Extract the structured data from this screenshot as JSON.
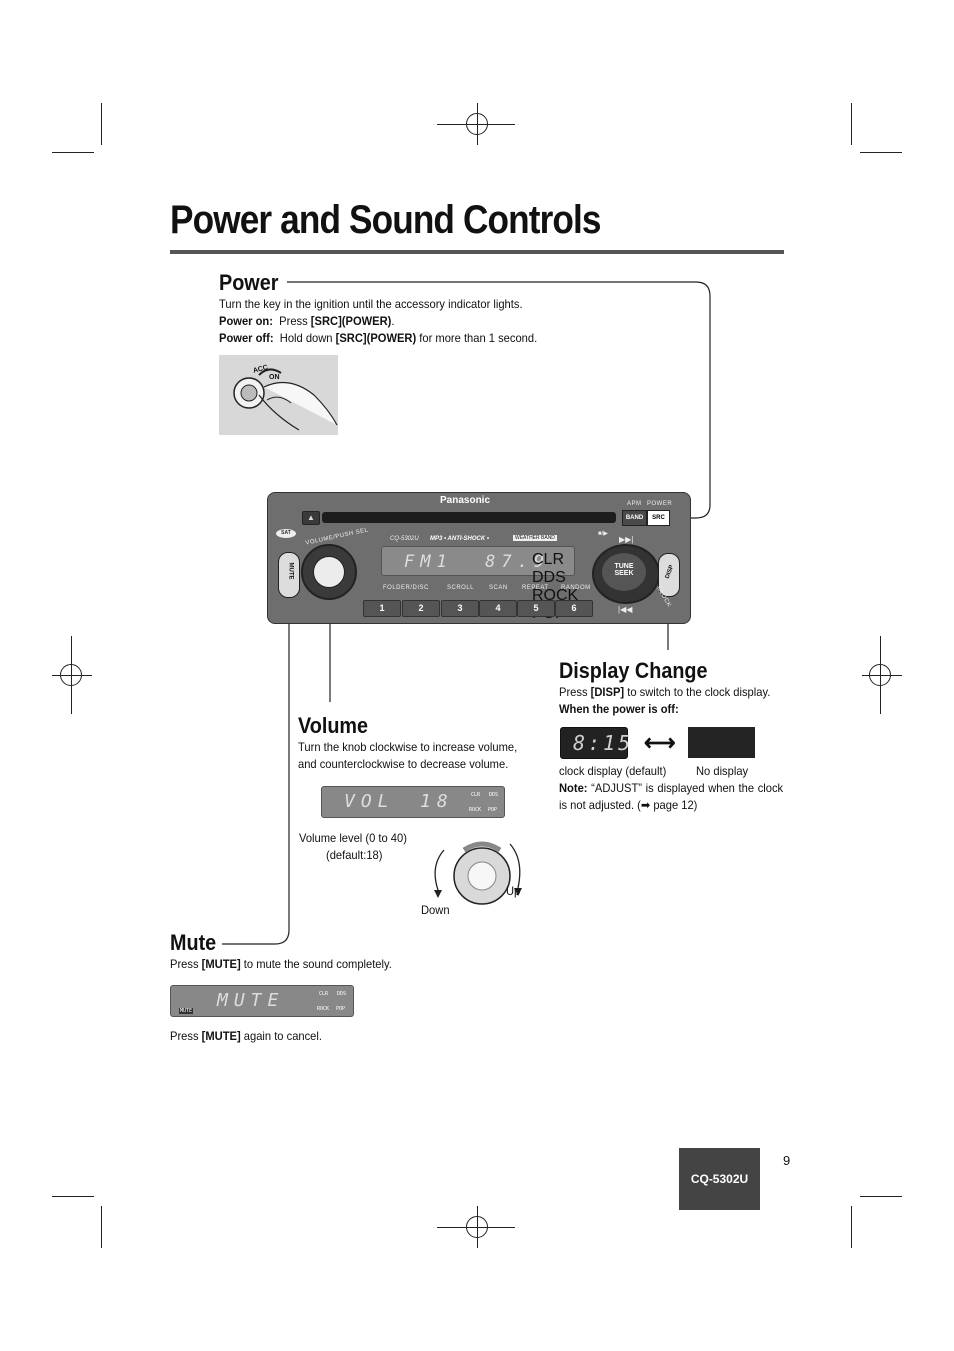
{
  "title": "Power and Sound Controls",
  "power": {
    "heading": "Power",
    "intro": "Turn the key in the ignition until the accessory indicator lights.",
    "on_label": "Power on:",
    "on_text_pre": "Press ",
    "on_text_bold": "[SRC](POWER)",
    "on_text_post": ".",
    "off_label": "Power off:",
    "off_text_pre": "Hold down ",
    "off_text_bold": "[SRC](POWER)",
    "off_text_post": " for more than 1 second.",
    "key_acc": "ACC",
    "key_on": "ON"
  },
  "radio": {
    "brand": "Panasonic",
    "model_small": "CQ-5302U",
    "features": "MP3 • ANTI-SHOCK •",
    "weather": "WEATHER BAND",
    "display_text": "FM1  87.9",
    "band": "BAND",
    "src": "SRC",
    "apm": "APM",
    "power_lbl": "POWER",
    "mute": "MUTE",
    "disp": "DISP",
    "clock": "CLOCK",
    "tune": "TUNE",
    "seek": "SEEK",
    "knob_lbl": "VOLUME/PUSH SEL",
    "sat": "SAT",
    "functions": [
      "FOLDER/DISC",
      "SCROLL",
      "SCAN",
      "REPEAT",
      "RANDOM"
    ],
    "presets": [
      "1",
      "2",
      "3",
      "4",
      "5",
      "6"
    ]
  },
  "display_change": {
    "heading": "Display Change",
    "line1_pre": "Press ",
    "line1_bold": "[DISP]",
    "line1_post": " to switch to the clock display.",
    "line2": "When the power is off:",
    "clock_value": "8:15",
    "arrow": "⟷",
    "clock_caption": "clock display (default)",
    "nodisp_caption": "No display",
    "note_label": "Note:",
    "note_text": "“ADJUST” is displayed when the clock is not adjusted. (➡ page 12)"
  },
  "volume": {
    "heading": "Volume",
    "text": "Turn the knob clockwise to increase volume, and counterclockwise to decrease volume.",
    "lcd_label": "VOL",
    "lcd_value": "18",
    "level_caption": "Volume level (0 to 40)",
    "default_caption": "(default:18)",
    "up": "Up",
    "down": "Down"
  },
  "mute": {
    "heading": "Mute",
    "line1_pre": "Press ",
    "line1_bold": "[MUTE]",
    "line1_post": " to mute the sound completely.",
    "lcd_value": "MUTE",
    "lcd_tag": "MUTE",
    "line2_pre": "Press ",
    "line2_bold": "[MUTE]",
    "line2_post": " again to cancel."
  },
  "lcd_badges": [
    "CLR",
    "DDS",
    "ROCK",
    "POP"
  ],
  "footer": {
    "model": "CQ-5302U",
    "page": "9"
  }
}
